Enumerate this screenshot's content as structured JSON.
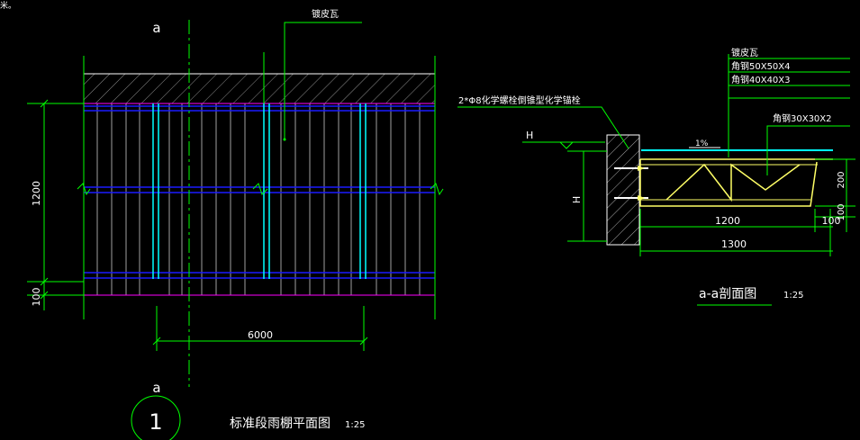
{
  "top_corner_text": "米。",
  "plan": {
    "section_marker_top": "a",
    "section_marker_bottom": "a",
    "material_label": "镀皮瓦",
    "dim_depth": "1200",
    "dim_edge": "100",
    "dim_length": "6000",
    "title_number": "1",
    "title": "标准段雨棚平面图",
    "scale": "1:25"
  },
  "section": {
    "material_label": "镀皮瓦",
    "angle_steel_1": "角钢50X50X4",
    "angle_steel_2": "角钢40X40X3",
    "angle_steel_3": "角钢30X30X2",
    "anchor_label": "2*Φ8化学螺栓倒锥型化学锚栓",
    "level_label": "H",
    "height_label": "H",
    "slope": "1%",
    "dim_height_200": "200",
    "dim_height_100": "100",
    "dim_1200": "1200",
    "dim_100": "100",
    "dim_1300": "1300",
    "title": "a-a剖面图",
    "scale": "1:25"
  },
  "colors": {
    "background": "#000000",
    "green": "#00ff00",
    "white": "#ffffff",
    "blue": "#1a1aff",
    "magenta": "#ff00ff",
    "cyan": "#00ffff",
    "yellow": "#ffff66",
    "hatch": "#8c8c8c"
  }
}
